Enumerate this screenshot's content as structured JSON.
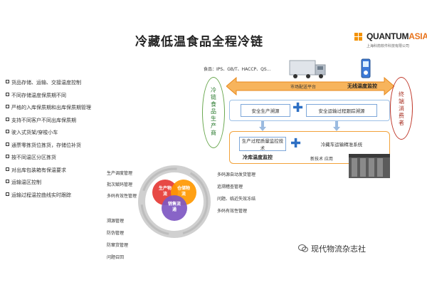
{
  "title": "冷藏低温食品全程冷链",
  "logo": {
    "name_main": "QUANTUM",
    "name_accent": "ASIA",
    "sub": "上海科箭软件科技有限公司"
  },
  "left_list": [
    "货品存储、运输、交接温度控制",
    "不同存储温度保质期不同",
    "严格的入库保质期和出库保质期管理",
    "支持不同客户不同出库保质期",
    "驶入式货架/穿梭小车",
    "通票零拣货位拣货，存储位补货",
    "按不同温区分区拣货",
    "对出库包装箱有保温要求",
    "运输温区控制",
    "运输过程温控曲线实时跟踪"
  ],
  "standards": "食品：IPS、GB/T、HACCP、QS...",
  "left_oval_text": "冷链食品生产商",
  "right_oval_text": "终端消费者",
  "arrow_labels": {
    "market": "市场配送平台",
    "wireless": "无线温度监控"
  },
  "boxes": {
    "safe_production": "安全生产溯源",
    "safe_transport": "安全运输过程跟踪溯源",
    "quality_monitor": "生产过程质量监控技术",
    "cold_vehicle": "冷藏车运输精准系统",
    "cold_storage": "冷库温度监控",
    "new_tech": "新技术 应用"
  },
  "cycle": {
    "balls": [
      "生产物流",
      "仓储物流",
      "销售流通"
    ],
    "left_top_items": [
      "生产调度管理",
      "批次赋码管理",
      "多码有效性管理"
    ],
    "right_top_items": [
      "多码源自动发货管理",
      "追溯稽查管理",
      "问题、临近失效冻结",
      "多码有效性管理"
    ],
    "bottom_items": [
      "溯源管理",
      "防伪管理",
      "防窜货管理",
      "问题召回"
    ]
  },
  "wechat_label": "现代物流杂志社",
  "colors": {
    "green": "#6aa84f",
    "orange": "#f2a23a",
    "red": "#c0392b",
    "blue": "#2d6fc4",
    "ball_red": "#e53935",
    "ball_orange": "#ff9800",
    "ball_purple": "#7e57c2"
  }
}
